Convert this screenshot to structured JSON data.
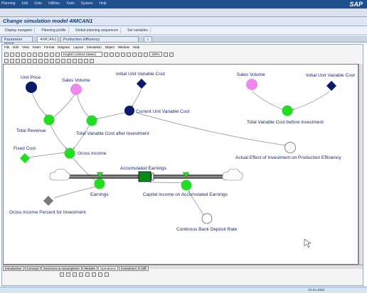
{
  "sap_menu": [
    "Planning",
    "Edit",
    "Goto",
    "Utilities",
    "Tools",
    "System",
    "Help"
  ],
  "sap_logo": "SAP",
  "page_title": "Change simulation model 4IMCAN1",
  "app_toolbar": [
    "Display navigator",
    "Planning profile",
    "Global planning sequences",
    "Set variables"
  ],
  "tabs": [
    "Parameter group",
    "4IMCAN1",
    "Production Efficiency"
  ],
  "vensim_menu": [
    "File",
    "Edit",
    "View",
    "Insert",
    "Format",
    "Diagram",
    "Layout",
    "Simulation",
    "Object",
    "Window",
    "Help"
  ],
  "language_field": "English (United States)",
  "zoom_field": "100%",
  "sheet_tabs": [
    "Introduction",
    "Concept",
    "Decisions & Assumptions",
    "Results",
    "Operations",
    "Investment",
    "Diff"
  ],
  "status_time": "01.01.2003",
  "colors": {
    "navy": "#0b1a6b",
    "pink": "#ee88ee",
    "green": "#22dd22",
    "gray": "#7a7a7a",
    "stock": "#0a8a1a"
  },
  "diagram": {
    "labels": {
      "unit_price": "Unit Price",
      "sales_volume": "Sales Volume",
      "initial_unit_variable_cost": "Initial Unit Variable Cost",
      "sales_volume_2": "Sales Volume",
      "initial_unit_variable_cost_2": "Initial Unit Variable Cost",
      "current_unit_variable_cost": "Current Unit Variable Cost",
      "total_revenue": "Total Revenue",
      "total_variable_cost_after_investment": "Total Variable Cost after Investment",
      "total_variable_cost_before_investment": "Total Variable Cost before Investment",
      "fixed_cost": "Fixed Cost",
      "gross_income": "Gross Income",
      "actual_effect": "Actual Effect of Investment on Production Efficiency",
      "accumulated_earnings": "Accumulated Earnings",
      "earnings": "Earnings",
      "capital_income": "Capital Income on Accumulated Earnings",
      "gross_income_percent": "Gross Income Percent for Investment",
      "bank_deposit_rate": "Continous Bank Deposit Rate"
    }
  }
}
